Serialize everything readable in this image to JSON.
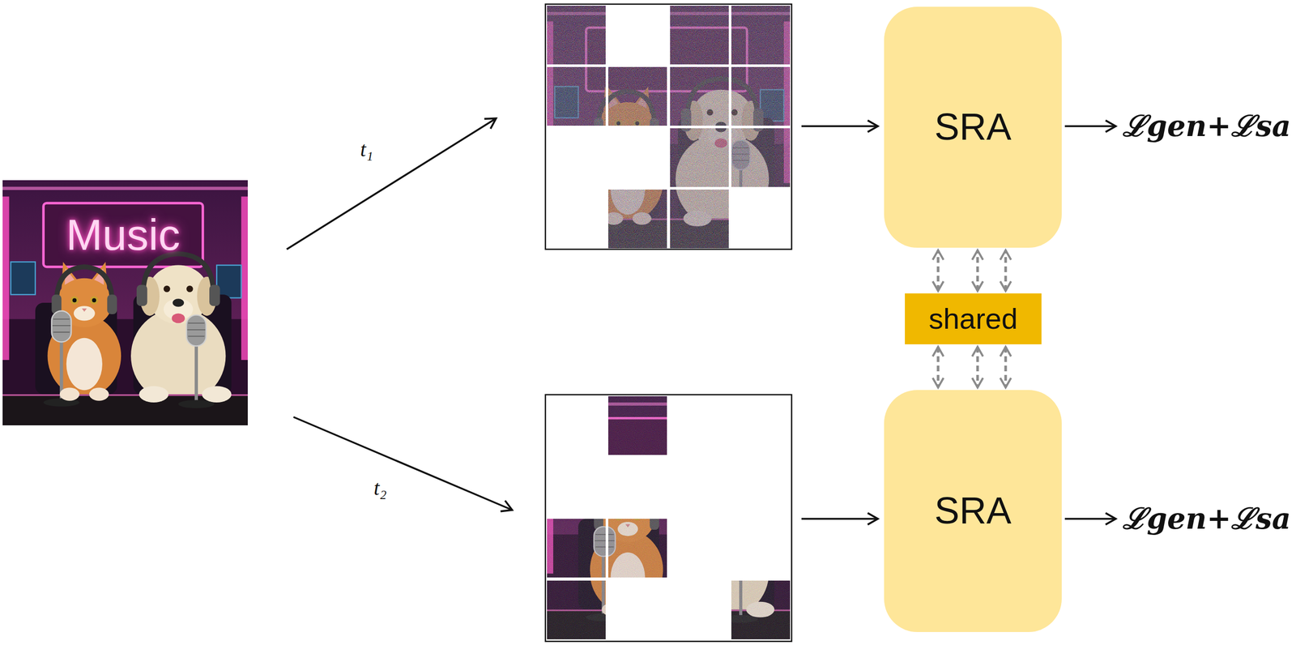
{
  "diagram": {
    "nodes": [
      {
        "text": [
          "SRA"
        ]
      },
      {
        "text": [
          "shared"
        ]
      },
      {
        "text": [
          "SRA"
        ]
      }
    ],
    "edges": [
      {
        "from": 1,
        "to": 0,
        "arrow": "both"
      },
      {
        "from": 1,
        "to": 2,
        "arrow": "both"
      }
    ],
    "labels": [
      "Music",
      "t₁",
      "t₂",
      "ℒgen+ℒsa",
      "ℒgen+ℒsa"
    ]
  }
}
